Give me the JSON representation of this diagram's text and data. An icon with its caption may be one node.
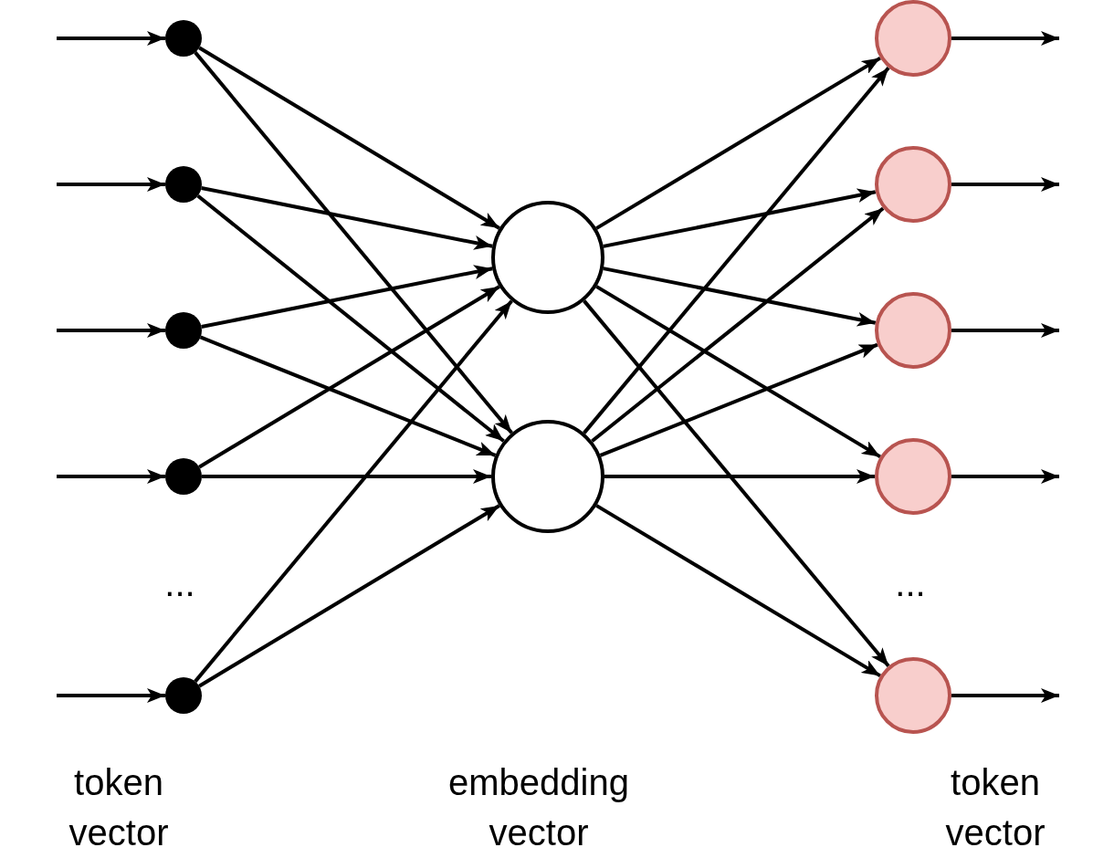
{
  "diagram": {
    "nodes": [
      {
        "text": [],
        "shape": "circle"
      },
      {
        "text": [],
        "shape": "circle"
      },
      {
        "text": [],
        "shape": "circle"
      },
      {
        "text": [],
        "shape": "circle"
      },
      {
        "text": [],
        "shape": "circle"
      },
      {
        "text": [],
        "shape": "circle"
      },
      {
        "text": [],
        "shape": "circle"
      },
      {
        "text": [],
        "shape": "circle"
      },
      {
        "text": [],
        "shape": "circle"
      },
      {
        "text": [],
        "shape": "circle"
      },
      {
        "text": [],
        "shape": "circle"
      },
      {
        "text": [],
        "shape": "circle"
      }
    ],
    "edges": [
      {
        "from": null,
        "to": 0,
        "arrow": "to"
      },
      {
        "from": null,
        "to": 1,
        "arrow": "to"
      },
      {
        "from": null,
        "to": 2,
        "arrow": "to"
      },
      {
        "from": null,
        "to": 3,
        "arrow": "to"
      },
      {
        "from": null,
        "to": 4,
        "arrow": "to"
      },
      {
        "from": 0,
        "to": 5,
        "arrow": "to"
      },
      {
        "from": 0,
        "to": 6,
        "arrow": "to"
      },
      {
        "from": 1,
        "to": 5,
        "arrow": "to"
      },
      {
        "from": 1,
        "to": 6,
        "arrow": "to"
      },
      {
        "from": 2,
        "to": 5,
        "arrow": "to"
      },
      {
        "from": 2,
        "to": 6,
        "arrow": "to"
      },
      {
        "from": 3,
        "to": 5,
        "arrow": "to"
      },
      {
        "from": 3,
        "to": 6,
        "arrow": "to"
      },
      {
        "from": 4,
        "to": 5,
        "arrow": "to"
      },
      {
        "from": 4,
        "to": 6,
        "arrow": "to"
      },
      {
        "from": 5,
        "to": 7,
        "arrow": "to"
      },
      {
        "from": 5,
        "to": 8,
        "arrow": "to"
      },
      {
        "from": 5,
        "to": 9,
        "arrow": "to"
      },
      {
        "from": 5,
        "to": 10,
        "arrow": "to"
      },
      {
        "from": 5,
        "to": 11,
        "arrow": "to"
      },
      {
        "from": 6,
        "to": 7,
        "arrow": "to"
      },
      {
        "from": 6,
        "to": 8,
        "arrow": "to"
      },
      {
        "from": 6,
        "to": 9,
        "arrow": "to"
      },
      {
        "from": 6,
        "to": 10,
        "arrow": "to"
      },
      {
        "from": 6,
        "to": 11,
        "arrow": "to"
      },
      {
        "from": 7,
        "to": null,
        "arrow": "to"
      },
      {
        "from": 8,
        "to": null,
        "arrow": "to"
      },
      {
        "from": 9,
        "to": null,
        "arrow": "to"
      },
      {
        "from": 10,
        "to": null,
        "arrow": "to"
      },
      {
        "from": 11,
        "to": null,
        "arrow": "to"
      }
    ],
    "labels": [
      "...",
      "...",
      "token vector",
      "embedding vector",
      "token vector"
    ]
  }
}
